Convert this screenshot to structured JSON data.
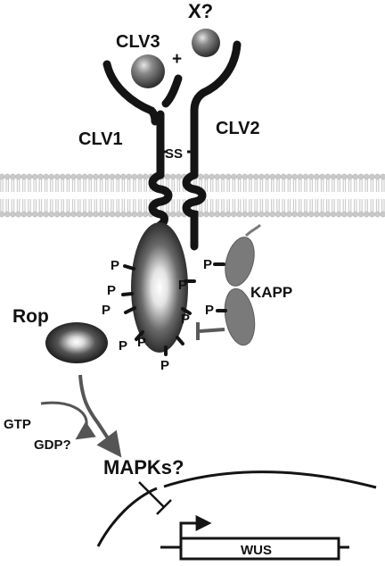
{
  "colors": {
    "ink": "#141414",
    "membrane": "#c9c9c9",
    "membrane_edge": "#b4b4b4",
    "sphere": "#6e6e6e",
    "kapp": "#7a7a7a",
    "arrow": "#555555",
    "background": "#ffffff"
  },
  "labels": {
    "x": "X?",
    "clv3": "CLV3",
    "plus": "+",
    "clv1": "CLV1",
    "clv2": "CLV2",
    "ss": "SS",
    "kapp": "KAPP",
    "rop": "Rop",
    "gtp": "GTP",
    "gdp": "GDP?",
    "mapks": "MAPKs?",
    "wus": "WUS",
    "p": "P"
  },
  "phosphates_on_clv1": 8,
  "phosphates_on_kapp": 2
}
